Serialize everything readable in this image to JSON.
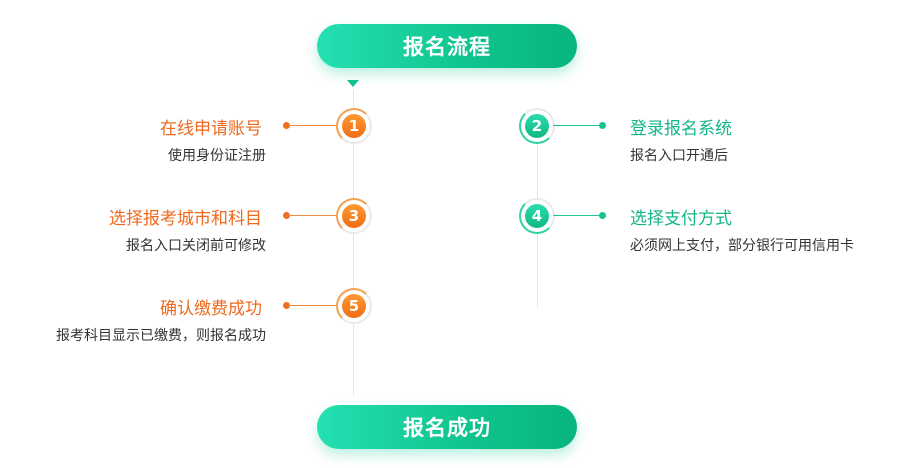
{
  "header": {
    "title": "报名流程"
  },
  "footer": {
    "title": "报名成功"
  },
  "steps": [
    {
      "number": "1",
      "title": "在线申请账号",
      "desc": "使用身份证注册"
    },
    {
      "number": "2",
      "title": "登录报名系统",
      "desc": "报名入口开通后"
    },
    {
      "number": "3",
      "title": "选择报考城市和科目",
      "desc": "报名入口关闭前可修改"
    },
    {
      "number": "4",
      "title": "选择支付方式",
      "desc": "必须网上支付，部分银行可用信用卡"
    },
    {
      "number": "5",
      "title": "确认缴费成功",
      "desc": "报考科目显示已缴费，则报名成功"
    }
  ],
  "colors": {
    "orange": "#f06d14",
    "green": "#10c590"
  }
}
